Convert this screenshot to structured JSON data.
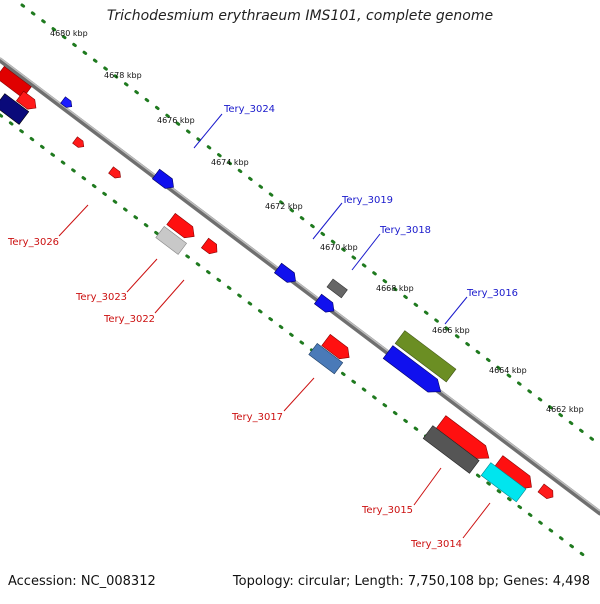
{
  "title": "Trichodesmium erythraeum IMS101, complete genome",
  "footer": {
    "accession": "Accession: NC_008312",
    "summary": "Topology: circular; Length: 7,750,108 bp; Genes: 4,498"
  },
  "colors": {
    "backbone": "#8a8a8a",
    "tick": "#1f7a1f",
    "forward_label": "#1a1acc",
    "reverse_label": "#cc1111"
  },
  "ticks": [
    "4680 kbp",
    "4678 kbp",
    "4676 kbp",
    "4674 kbp",
    "4672 kbp",
    "4670 kbp",
    "4668 kbp",
    "4666 kbp",
    "4664 kbp",
    "4662 kbp"
  ],
  "labels": [
    {
      "text": "Tery_3024",
      "strand": "forward"
    },
    {
      "text": "Tery_3019",
      "strand": "forward"
    },
    {
      "text": "Tery_3018",
      "strand": "forward"
    },
    {
      "text": "Tery_3016",
      "strand": "forward"
    },
    {
      "text": "Tery_3026",
      "strand": "reverse"
    },
    {
      "text": "Tery_3023",
      "strand": "reverse"
    },
    {
      "text": "Tery_3022",
      "strand": "reverse"
    },
    {
      "text": "Tery_3017",
      "strand": "reverse"
    },
    {
      "text": "Tery_3015",
      "strand": "reverse"
    },
    {
      "text": "Tery_3014",
      "strand": "reverse"
    }
  ]
}
